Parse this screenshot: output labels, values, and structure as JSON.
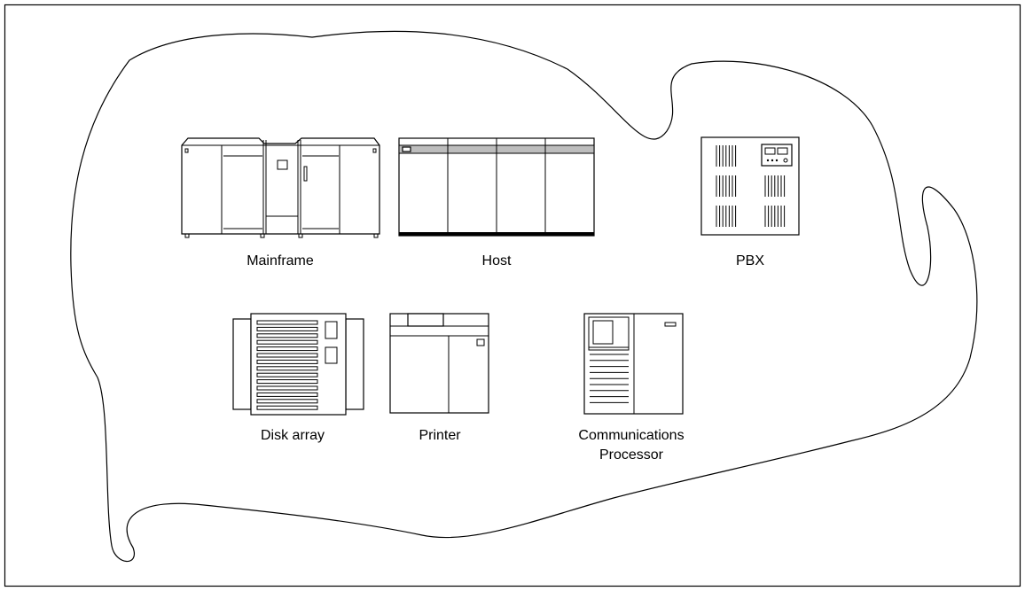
{
  "devices": {
    "mainframe": {
      "label": "Mainframe"
    },
    "host": {
      "label": "Host"
    },
    "pbx": {
      "label": "PBX"
    },
    "disk_array": {
      "label": "Disk array"
    },
    "printer": {
      "label": "Printer"
    },
    "comm_processor": {
      "label_line1": "Communications",
      "label_line2": "Processor"
    }
  },
  "colors": {
    "stroke": "#000000",
    "background": "#ffffff",
    "host_band": "#bdbdbd"
  }
}
